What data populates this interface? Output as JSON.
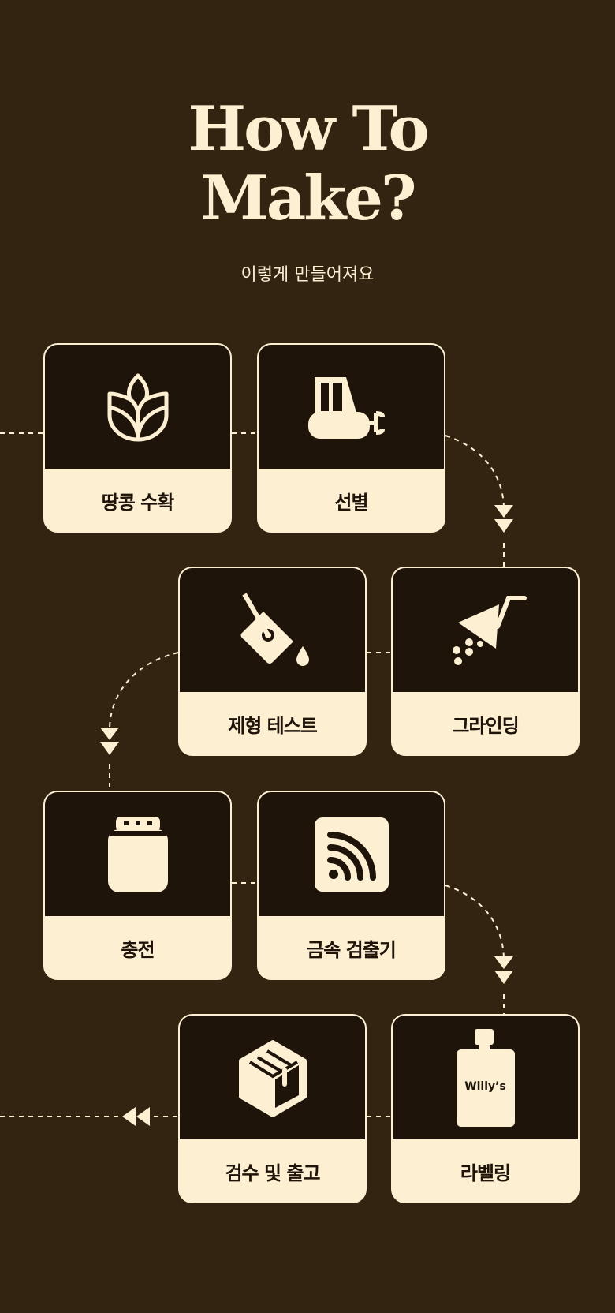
{
  "title": {
    "line1": "How To",
    "line2": "Make?"
  },
  "subtitle": "이렇게 만들어져요",
  "steps": [
    {
      "label": "땅콩 수확",
      "icon": "sprout-icon"
    },
    {
      "label": "선별",
      "icon": "bulldozer-icon"
    },
    {
      "label": "그라인딩",
      "icon": "grinder-icon"
    },
    {
      "label": "제형 테스트",
      "icon": "paint-bucket-icon"
    },
    {
      "label": "충전",
      "icon": "jar-icon"
    },
    {
      "label": "금속 검출기",
      "icon": "signal-icon"
    },
    {
      "label": "라벨링",
      "icon": "bottle-icon"
    },
    {
      "label": "검수 및 출고",
      "icon": "box-icon"
    }
  ],
  "bottle_text": "Willy’s",
  "colors": {
    "background": "#332411",
    "card_dark": "#1e140a",
    "cream": "#fdefd2"
  }
}
